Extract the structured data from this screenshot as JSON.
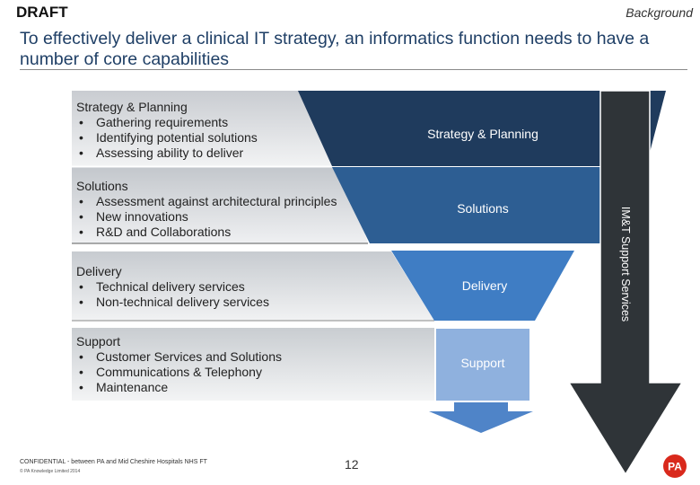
{
  "header": {
    "status": "DRAFT",
    "section": "Background",
    "title": "To effectively deliver a clinical IT strategy, an informatics function needs to have a number of core capabilities"
  },
  "stages": [
    {
      "heading": "Strategy & Planning",
      "bullets": [
        "Gathering requirements",
        "Identifying potential solutions",
        "Assessing ability to deliver"
      ],
      "funnel_label": "Strategy & Planning",
      "color": "#1f3b5d"
    },
    {
      "heading": "Solutions",
      "bullets": [
        "Assessment against architectural principles",
        "New innovations",
        "R&D and Collaborations"
      ],
      "funnel_label": "Solutions",
      "color": "#2d5e93"
    },
    {
      "heading": "Delivery",
      "bullets": [
        "Technical delivery services",
        "Non-technical delivery services"
      ],
      "funnel_label": "Delivery",
      "color": "#3f7dc4"
    },
    {
      "heading": "Support",
      "bullets": [
        "Customer Services and Solutions",
        "Communications & Telephony",
        "Maintenance"
      ],
      "funnel_label": "Support",
      "color": "#8fb1de"
    }
  ],
  "side_arrow": {
    "label": "IM&T Support Services",
    "color": "#2f3438"
  },
  "footer": {
    "confidential": "CONFIDENTIAL - between PA and Mid Cheshire Hospitals NHS FT",
    "copyright": "© PA Knowledge Limited 2014",
    "page_number": "12",
    "logo_text": "PA"
  }
}
